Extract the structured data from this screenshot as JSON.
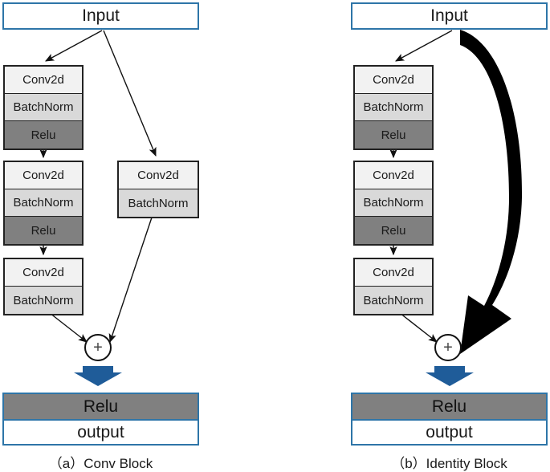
{
  "figure": {
    "type": "neural-network-block-diagram",
    "panels": [
      {
        "id": "a",
        "caption": "（a）Conv Block",
        "input_label": "Input",
        "output_relu_label": "Relu",
        "output_label": "output",
        "merge_symbol": "+",
        "main_branch": [
          {
            "layers": [
              "Conv2d",
              "BatchNorm",
              "Relu"
            ]
          },
          {
            "layers": [
              "Conv2d",
              "BatchNorm",
              "Relu"
            ]
          },
          {
            "layers": [
              "Conv2d",
              "BatchNorm"
            ]
          }
        ],
        "shortcut_branch": [
          {
            "layers": [
              "Conv2d",
              "BatchNorm"
            ]
          }
        ]
      },
      {
        "id": "b",
        "caption": "（b）Identity Block",
        "input_label": "Input",
        "output_relu_label": "Relu",
        "output_label": "output",
        "merge_symbol": "+",
        "main_branch": [
          {
            "layers": [
              "Conv2d",
              "BatchNorm",
              "Relu"
            ]
          },
          {
            "layers": [
              "Conv2d",
              "BatchNorm",
              "Relu"
            ]
          },
          {
            "layers": [
              "Conv2d",
              "BatchNorm"
            ]
          }
        ],
        "shortcut_branch": []
      }
    ],
    "colors": {
      "io_border": "#2E75A8",
      "conv_fill": "#F2F2F2",
      "batchnorm_fill": "#D9D9D9",
      "relu_fill": "#808080",
      "arrow_thin": "#111111",
      "arrow_block_blue": "#1F5C99",
      "arrow_skip_black": "#000000"
    }
  }
}
